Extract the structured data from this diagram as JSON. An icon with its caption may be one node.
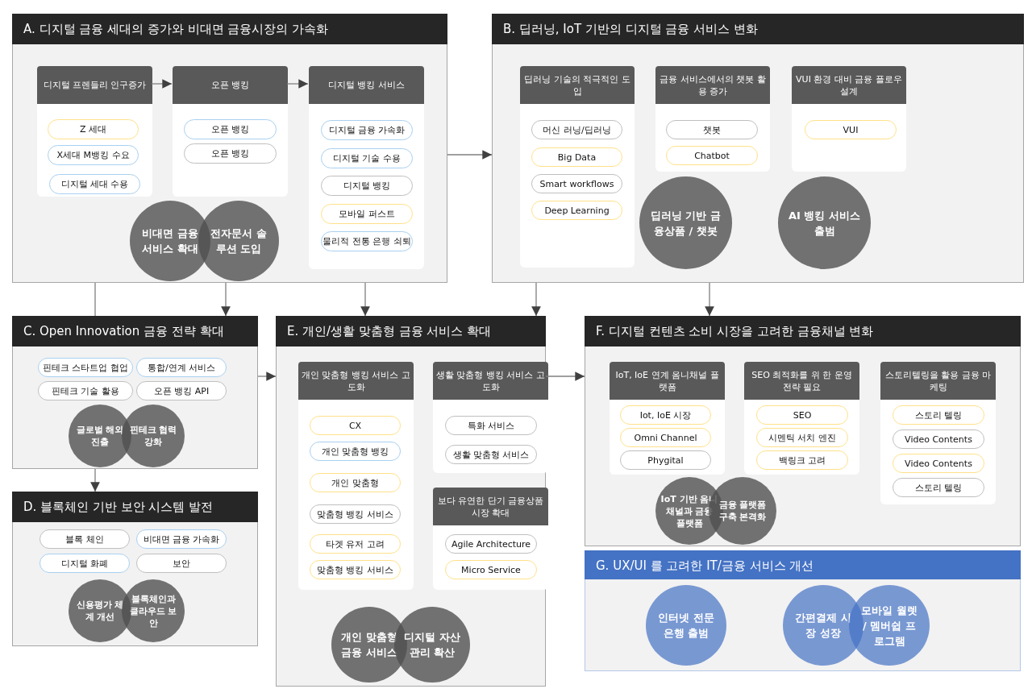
{
  "diagram": {
    "nodes": [
      {
        "text": [
          "A. 디지털 금융 세대의 증가와 비대면 금융시장의 가속화"
        ]
      },
      {
        "text": [
          "디지털 프렌들리 인구증가"
        ],
        "in": 0
      },
      {
        "text": [
          "Z 세대"
        ],
        "in": 1
      },
      {
        "text": [
          "X세대 M뱅킹 수요"
        ],
        "in": 1
      },
      {
        "text": [
          "디지털 세대 수용"
        ],
        "in": 1
      },
      {
        "text": [
          "오픈 뱅킹"
        ],
        "in": 0
      },
      {
        "text": [
          "오픈 뱅킹"
        ],
        "in": 5
      },
      {
        "text": [
          "오픈 뱅킹"
        ],
        "in": 5
      },
      {
        "text": [
          "디지털 뱅킹 서비스"
        ],
        "in": 0
      },
      {
        "text": [
          "디지털 금융 가속화"
        ],
        "in": 8
      },
      {
        "text": [
          "디지털 기술 수용"
        ],
        "in": 8
      },
      {
        "text": [
          "디지털 뱅킹"
        ],
        "in": 8
      },
      {
        "text": [
          "모바일 퍼스트"
        ],
        "in": 8
      },
      {
        "text": [
          "물리적 전통 은행 쇠퇴"
        ],
        "in": 8
      },
      {
        "text": [
          "비대면 금융 서비스 확대"
        ],
        "in": 0
      },
      {
        "text": [
          "전자문서 솔루션 도입"
        ],
        "in": 0
      },
      {
        "text": [
          "B. 딥러닝, IoT 기반의 디지털 금융 서비스 변화"
        ]
      },
      {
        "text": [
          "딥러닝 기술의 적극적인 도입"
        ],
        "in": 16
      },
      {
        "text": [
          "머신 러닝/딥러닝"
        ],
        "in": 17
      },
      {
        "text": [
          "Big Data"
        ],
        "in": 17
      },
      {
        "text": [
          "Smart workflows"
        ],
        "in": 17
      },
      {
        "text": [
          "Deep Learning"
        ],
        "in": 17
      },
      {
        "text": [
          "금융 서비스에서의 챗봇 활용 증가"
        ],
        "in": 16
      },
      {
        "text": [
          "챗봇"
        ],
        "in": 22
      },
      {
        "text": [
          "Chatbot"
        ],
        "in": 22
      },
      {
        "text": [
          "VUI 환경 대비 금융 플로우 설계"
        ],
        "in": 16
      },
      {
        "text": [
          "VUI"
        ],
        "in": 25
      },
      {
        "text": [
          "딥러닝 기반 금융상품 / 챗봇"
        ],
        "in": 16
      },
      {
        "text": [
          "AI 뱅킹 서비스 출범"
        ],
        "in": 16
      },
      {
        "text": [
          "C. Open Innovation 금융 전략 확대"
        ]
      },
      {
        "text": [
          "핀테크 스타트업 협업"
        ],
        "in": 29
      },
      {
        "text": [
          "통합/연계 서비스"
        ],
        "in": 29
      },
      {
        "text": [
          "핀테크 기술 활용"
        ],
        "in": 29
      },
      {
        "text": [
          "오픈 뱅킹 API"
        ],
        "in": 29
      },
      {
        "text": [
          "글로벌 해외진출"
        ],
        "in": 29
      },
      {
        "text": [
          "핀테크 협력 강화"
        ],
        "in": 29
      },
      {
        "text": [
          "D. 블록체인 기반 보안 시스템 발전"
        ]
      },
      {
        "text": [
          "블록 체인"
        ],
        "in": 36
      },
      {
        "text": [
          "비대면 금융 가속화"
        ],
        "in": 36
      },
      {
        "text": [
          "디지털 화폐"
        ],
        "in": 36
      },
      {
        "text": [
          "보안"
        ],
        "in": 36
      },
      {
        "text": [
          "신용평가 체계 개선"
        ],
        "in": 36
      },
      {
        "text": [
          "블록체인과 클라우드 보안"
        ],
        "in": 36
      },
      {
        "text": [
          "E. 개인/생활 맞춤형 금융 서비스 확대"
        ]
      },
      {
        "text": [
          "개인 맞춤형 뱅킹 서비스 고도화"
        ],
        "in": 43
      },
      {
        "text": [
          "CX"
        ],
        "in": 44
      },
      {
        "text": [
          "개인 맞춤형 뱅킹"
        ],
        "in": 44
      },
      {
        "text": [
          "개인 맞춤형"
        ],
        "in": 44
      },
      {
        "text": [
          "맞춤형 뱅킹 서비스"
        ],
        "in": 44
      },
      {
        "text": [
          "타겟 유저 고려"
        ],
        "in": 44
      },
      {
        "text": [
          "맞춤형 뱅킹 서비스"
        ],
        "in": 44
      },
      {
        "text": [
          "생활 맞춤형 뱅킹 서비스 고도화"
        ],
        "in": 43
      },
      {
        "text": [
          "특화 서비스"
        ],
        "in": 51
      },
      {
        "text": [
          "생활 맞춤형 서비스"
        ],
        "in": 51
      },
      {
        "text": [
          "보다 유연한 단기 금융상품시장 확대"
        ],
        "in": 43
      },
      {
        "text": [
          "Agile Architecture"
        ],
        "in": 54
      },
      {
        "text": [
          "Micro Service"
        ],
        "in": 54
      },
      {
        "text": [
          "개인 맞춤형 금융 서비스"
        ],
        "in": 43
      },
      {
        "text": [
          "디지털 자산관리 확산"
        ],
        "in": 43
      },
      {
        "text": [
          "F. 디지털 컨텐츠 소비 시장을 고려한 금융채널 변화"
        ]
      },
      {
        "text": [
          "IoT, IoE 연계 옴니채널 플랫폼"
        ],
        "in": 59
      },
      {
        "text": [
          "Iot, IoE 시장"
        ],
        "in": 60
      },
      {
        "text": [
          "Omni Channel"
        ],
        "in": 60
      },
      {
        "text": [
          "Phygital"
        ],
        "in": 60
      },
      {
        "text": [
          "SEO 최적화를 위 한 운영 전략 필요"
        ],
        "in": 59
      },
      {
        "text": [
          "SEO"
        ],
        "in": 64
      },
      {
        "text": [
          "시멘틱 서치 엔진"
        ],
        "in": 64
      },
      {
        "text": [
          "백링크 고려"
        ],
        "in": 64
      },
      {
        "text": [
          "스토리텔링을 활용 금융 마케팅"
        ],
        "in": 59
      },
      {
        "text": [
          "스토리 텔링"
        ],
        "in": 68
      },
      {
        "text": [
          "Video Contents"
        ],
        "in": 68
      },
      {
        "text": [
          "Video Contents"
        ],
        "in": 68
      },
      {
        "text": [
          "스토리 텔링"
        ],
        "in": 68
      },
      {
        "text": [
          "IoT 기반 옴니채널과 금융 플랫폼"
        ],
        "in": 59
      },
      {
        "text": [
          "금융 플랫폼 구축 본격화"
        ],
        "in": 59
      },
      {
        "text": [
          "G. UX/UI 를 고려한 IT/금융 서비스 개선"
        ]
      },
      {
        "text": [
          "인터넷 전문 은행 출범"
        ],
        "in": 75
      },
      {
        "text": [
          "간편결제 시장 성장"
        ],
        "in": 75
      },
      {
        "text": [
          "모바일 월렛 / 멤버쉽 프로그램"
        ],
        "in": 75
      }
    ],
    "edges": [
      {
        "from": 1,
        "to": 5,
        "arrow": "to"
      },
      {
        "from": 5,
        "to": 8,
        "arrow": "to"
      },
      {
        "from": 0,
        "to": 16,
        "arrow": "to"
      },
      {
        "from": 0,
        "to": 29,
        "arrow": "none"
      },
      {
        "from": 0,
        "to": 29,
        "arrow": "to"
      },
      {
        "from": 0,
        "to": 43,
        "arrow": "to"
      },
      {
        "from": 16,
        "to": 43,
        "arrow": "to"
      },
      {
        "from": 16,
        "to": 59,
        "arrow": "to"
      },
      {
        "from": 29,
        "to": 43,
        "arrow": "to"
      },
      {
        "from": 29,
        "to": 36,
        "arrow": "to"
      },
      {
        "from": 43,
        "to": 59,
        "arrow": "to"
      }
    ]
  }
}
